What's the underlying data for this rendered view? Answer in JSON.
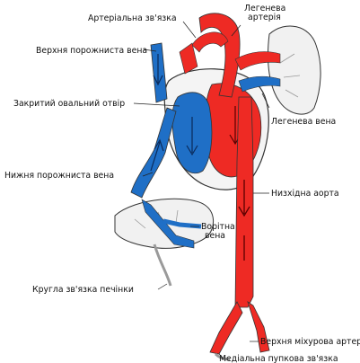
{
  "diagram": {
    "labels": {
      "ductus_arteriosus": "Артеріальна зв'язка",
      "pulmonary_artery": "Легенева артерія",
      "superior_vena_cava": "Верхня порожниста вена",
      "foramen_ovale": "Закритий овальний отвір",
      "pulmonary_vein": "Легенева вена",
      "inferior_vena_cava": "Нижня порожниста вена",
      "descending_aorta": "Низхідна аорта",
      "portal_vein": "Ворітна вена",
      "round_ligament": "Кругла зв'язка печінки",
      "superior_vesical_artery": "Верхня міхурова артерія",
      "medial_umbilical_ligament": "Медіальна пупкова зв'язка"
    },
    "colors": {
      "artery": "#ee2a24",
      "vein": "#1f6fc6",
      "organ": "#f1f1f1",
      "outline": "#333333",
      "ligament": "#9a9a9a"
    }
  }
}
